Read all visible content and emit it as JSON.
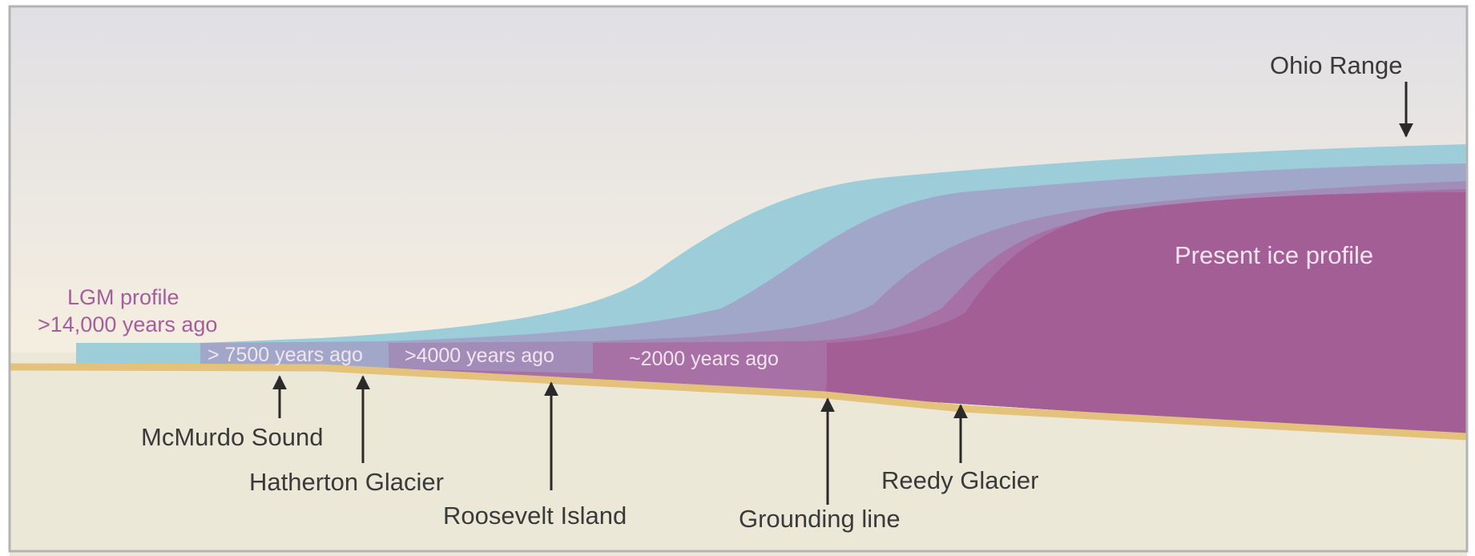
{
  "diagram": {
    "colors": {
      "sky_top": "#e0dfe4",
      "sky_bottom": "#f6efe0",
      "ground": "#ece8d8",
      "bedrock_line": "#e5c27b",
      "lgm_ice": "#9ccdd8",
      "ice_7500": "#a0a7c8",
      "ice_4000": "#a18db7",
      "ice_2000": "#a771a6",
      "present_ice": "#a35e96",
      "frame": "#b3b3b3",
      "arrow": "#2a2a2a"
    },
    "profile_labels": {
      "lgm_line1": "LGM profile",
      "lgm_line2": ">14,000 years ago",
      "band_7500": "> 7500 years ago",
      "band_4000": ">4000 years ago",
      "band_2000": "~2000 years ago",
      "present": "Present ice profile"
    },
    "location_labels": {
      "ohio_range": "Ohio Range",
      "mcmurdo_sound": "McMurdo Sound",
      "hatherton_glacier": "Hatherton Glacier",
      "roosevelt_island": "Roosevelt Island",
      "grounding_line": "Grounding line",
      "reedy_glacier": "Reedy Glacier"
    }
  }
}
